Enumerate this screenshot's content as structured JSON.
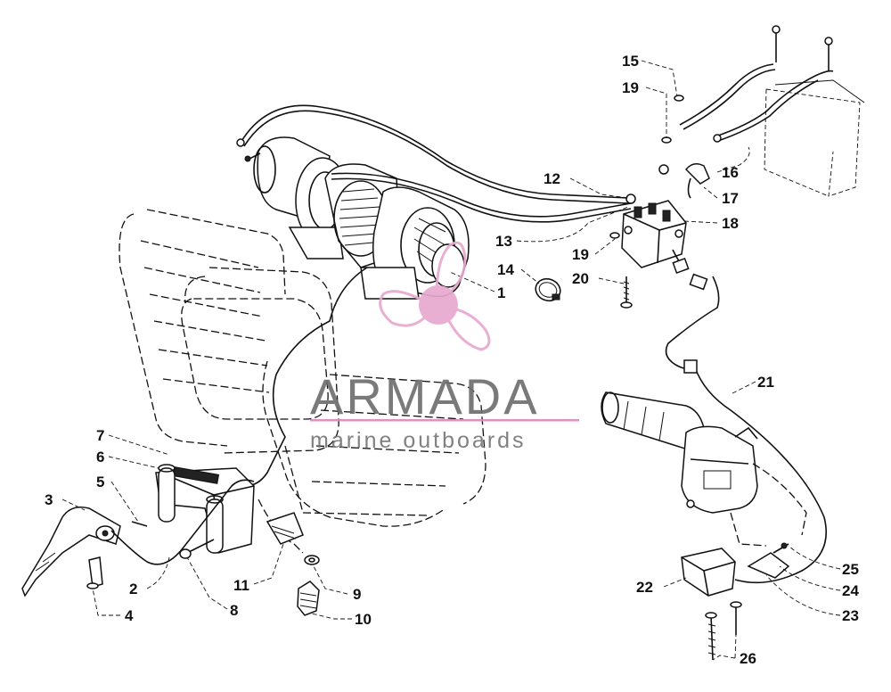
{
  "watermark": {
    "brand": "ARMADA",
    "tagline": "marine outboards",
    "accent_color": "#e8a9cf",
    "line_color": "#d98cbc"
  },
  "callouts": {
    "c1": "1",
    "c2": "2",
    "c3": "3",
    "c4": "4",
    "c5": "5",
    "c6": "6",
    "c7": "7",
    "c8": "8",
    "c9": "9",
    "c10": "10",
    "c11": "11",
    "c12": "12",
    "c13": "13",
    "c14": "14",
    "c15": "15",
    "c16": "16",
    "c17": "17",
    "c18": "18",
    "c19a": "19",
    "c19b": "19",
    "c20": "20",
    "c21": "21",
    "c22": "22",
    "c23": "23",
    "c24": "24",
    "c25": "25",
    "c26": "26"
  }
}
